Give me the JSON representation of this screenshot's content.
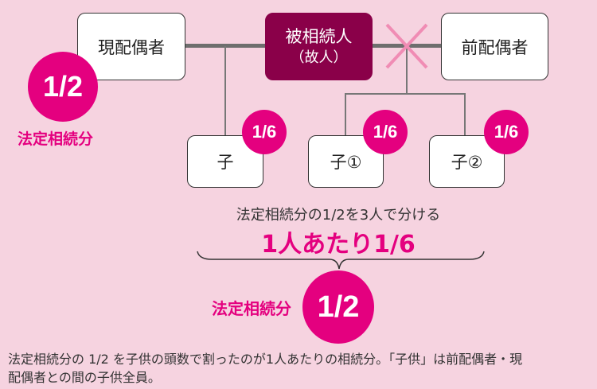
{
  "nodes": {
    "current_spouse": "現配偶者",
    "deceased": "被相続人",
    "deceased_note": "（故人）",
    "former_spouse": "前配偶者",
    "child": "子",
    "child1": "子①",
    "child2": "子②"
  },
  "shares": {
    "spouse": "1/2",
    "child": "1/6",
    "child1": "1/6",
    "child2": "1/6",
    "children_total": "1/2"
  },
  "labels": {
    "legal_share": "法定相続分",
    "split_note": "法定相続分の1/2を3人で分ける",
    "per_person": "1人あたり1/6"
  },
  "caption": {
    "line1": "法定相続分の 1/2 を子供の頭数で割ったのが1人あたりの相続分。「子供」は前配偶者・現",
    "line2": "配偶者との間の子供全員。"
  },
  "colors": {
    "accent": "#e4007f",
    "deceased": "#8a0049",
    "background": "#f6d3e0",
    "divorce_mark": "#f08cb4"
  }
}
